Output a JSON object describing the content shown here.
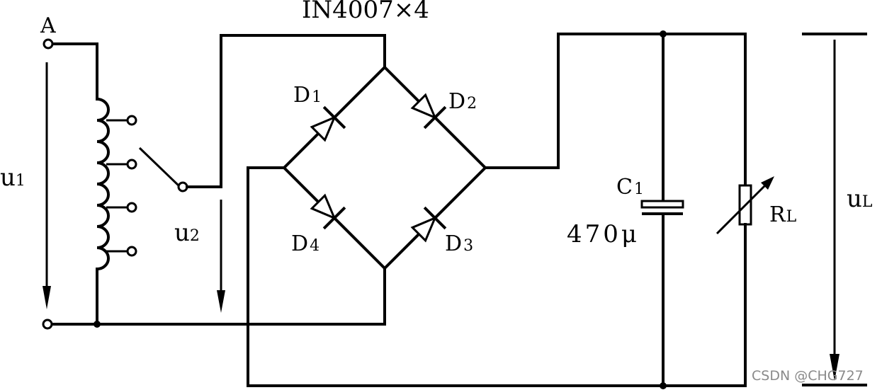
{
  "diagram": {
    "title": "IN4007×4",
    "input_terminal_label": "A",
    "u1": {
      "main": "u",
      "sub": "1"
    },
    "u2": {
      "main": "u",
      "sub": "2"
    },
    "uL": {
      "main": "u",
      "sub": "L"
    },
    "diodes": [
      {
        "main": "D",
        "sub": "1"
      },
      {
        "main": "D",
        "sub": "2"
      },
      {
        "main": "D",
        "sub": "3"
      },
      {
        "main": "D",
        "sub": "4"
      }
    ],
    "capacitor": {
      "main": "C",
      "sub": "1",
      "value": "470μ"
    },
    "load": {
      "main": "R",
      "sub": "L"
    }
  },
  "watermark": "CSDN @CHG727"
}
